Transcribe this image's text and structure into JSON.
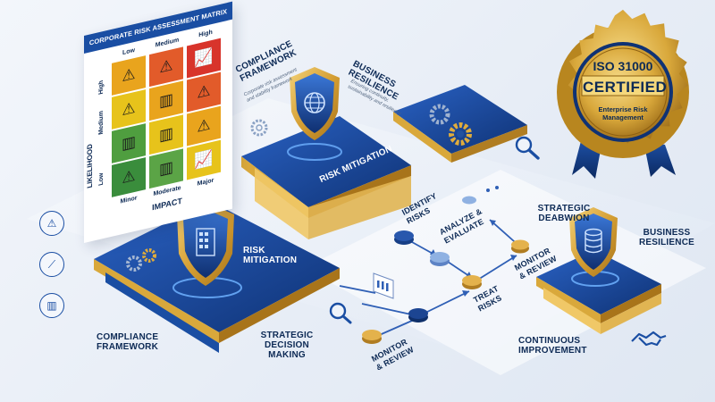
{
  "matrix": {
    "title": "CORPORATE RISK ASSESSMENT MATRIX",
    "columns": [
      "Low",
      "Medium",
      "High"
    ],
    "rows": [
      "High",
      "Medium",
      "Low"
    ],
    "bottom_columns": [
      "Minor",
      "Moderate",
      "Major"
    ],
    "axis_y": "LIKELIHOOD",
    "axis_x": "IMPACT",
    "cell_colors": [
      [
        "#e9a41d",
        "#e25b2a",
        "#d8342b"
      ],
      [
        "#e7c31b",
        "#e9a41d",
        "#e25b2a"
      ],
      [
        "#4f9e3f",
        "#e7c31b",
        "#e9a41d"
      ],
      [
        "#3a8d3c",
        "#5ba446",
        "#e7c31b"
      ]
    ]
  },
  "labels": {
    "compliance_top": "COMPLIANCE FRAMEWORK",
    "compliance_top_sub": "Corporate risk assessment and stability framework",
    "business_top": "BUSINESS RESILIENCE",
    "business_top_sub": "Ensuring continuity, sustainability and resiliency",
    "risk_mitigation_top": "RISK MITIGATION",
    "risk_mitigation_left": "RISK MITIGATION",
    "compliance_bottom": "COMPLIANCE FRAMEWORK",
    "strategic_decision": "STRATEGIC DECISION MAKING",
    "identify_risks": "IDENTIFY RISKS",
    "analyze_evaluate": "ANALYZE & EVALUATE",
    "treat_risks": "TREAT RISKS",
    "monitor_review_right": "MONITOR & REVIEW",
    "monitor_review_bottom": "MONITOR & REVIEW",
    "strategic_deabwion": "STRATEGIC DEABWION",
    "business_right": "BUSINESS RESILIENCE",
    "continuous_improvement": "CONTINUOUS IMPROVEMENT"
  },
  "badge": {
    "iso": "ISO 31000",
    "certified": "CERTIFIED",
    "line1": "Enterprise Risk",
    "line2": "Management"
  },
  "colors": {
    "navy": "#0d2a55",
    "blue": "#1a4ea3",
    "gold": "#d9a83b",
    "panel": "#163f86"
  },
  "icons": {
    "left_1": "warning-icon",
    "left_2": "line-chart-icon",
    "left_3": "bar-chart-icon",
    "handshake": "handshake-icon",
    "magnifier": "magnifier-icon"
  }
}
